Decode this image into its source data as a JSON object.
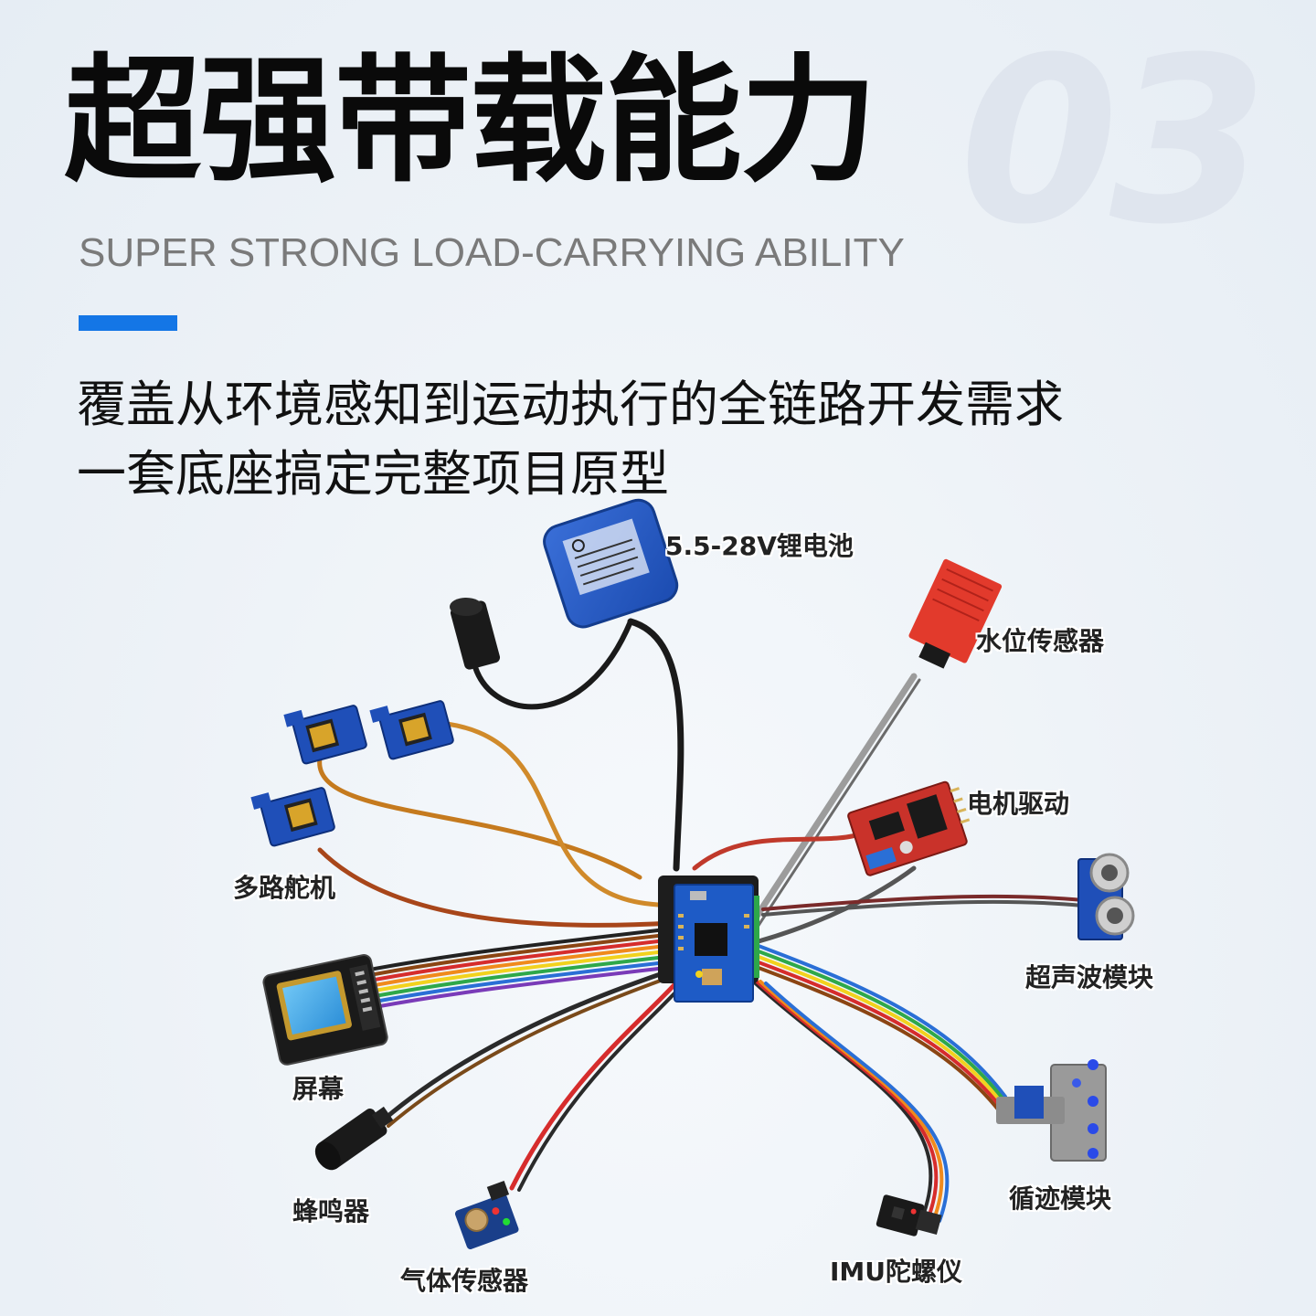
{
  "header": {
    "number": "03",
    "title": "超强带载能力",
    "subtitle": "SUPER STRONG LOAD-CARRYING ABILITY",
    "description_lines": [
      "覆盖从环境感知到运动执行的全链路开发需求",
      "一套底座搞定完整项目原型"
    ]
  },
  "modules": {
    "battery": "5.5-28V锂电池",
    "water_sensor": "水位传感器",
    "motor_driver": "电机驱动",
    "ultrasonic": "超声波模块",
    "line_tracker": "循迹模块",
    "imu": "IMU陀螺仪",
    "gas_sensor": "气体传感器",
    "buzzer": "蜂鸣器",
    "screen": "屏幕",
    "servos": "多路舵机"
  },
  "colors": {
    "accent": "#1476e6",
    "board_blue": "#1e5bc6",
    "module_red": "#d63a2c",
    "servo_blue": "#1f4fb8"
  }
}
